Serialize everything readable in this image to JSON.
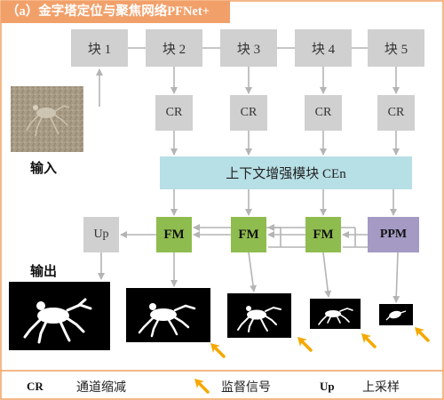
{
  "title": "（a）金字塔定位与聚焦网络PFNet+",
  "blocks": [
    "块 1",
    "块 2",
    "块 3",
    "块 4",
    "块 5"
  ],
  "cr_label": "CR",
  "cen_label": "上下文增强模块 CEn",
  "fm_label": "FM",
  "ppm_label": "PPM",
  "up_label": "Up",
  "input_label": "输入",
  "output_label": "输出",
  "legend": {
    "cr_abbr": "CR",
    "cr_text": "通道缩减",
    "supervision_text": "监督信号",
    "up_abbr": "Up",
    "up_text": "上采样"
  },
  "colors": {
    "title_bar": "#f2a06a",
    "frame": "#f0a060",
    "block": "#d0d0d0",
    "cen": "#b7dfe6",
    "fm": "#8fbc4f",
    "ppm": "#a49ac4",
    "arrow": "#b4b4b4",
    "supervision_arrow": "#f5a800"
  },
  "icons": [
    "crab-photo",
    "crab-mask-icon",
    "supervision-arrow-icon"
  ]
}
